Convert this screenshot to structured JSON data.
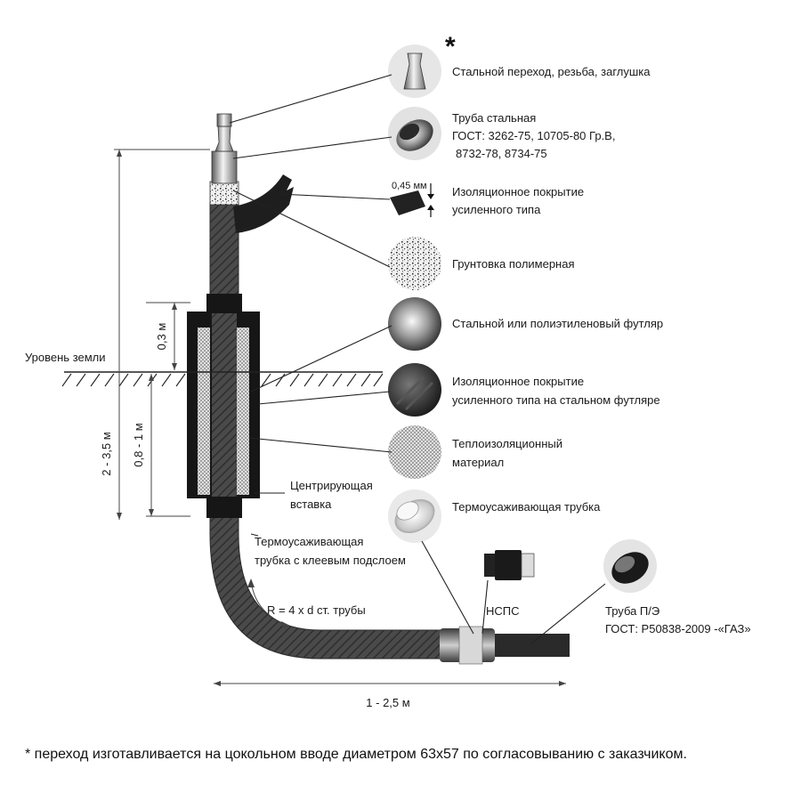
{
  "asterisk": "*",
  "legend": {
    "item1": "Стальной переход, резьба, заглушка",
    "item2": [
      "Труба стальная",
      "ГОСТ: 3262-75, 10705-80 Гр.В,",
      "8732-78, 8734-75"
    ],
    "item3": [
      "Изоляционное покрытие",
      "усиленного типа"
    ],
    "item3_thickness": "0,45 мм",
    "item4": "Грунтовка полимерная",
    "item5": "Стальной или полиэтиленовый футляр",
    "item6": [
      "Изоляционное покрытие",
      "усиленного типа на стальном футляре"
    ],
    "item7": [
      "Теплоизоляционный",
      "материал"
    ],
    "item8": "Термоусаживающая трубка"
  },
  "labels": {
    "ground_level": "Уровень земли",
    "centering_insert": [
      "Центрирующая",
      "вставка"
    ],
    "heat_shrink_glue": [
      "Термоусаживающая",
      "трубка с клеевым подслоем"
    ],
    "radius": "R = 4 x d ст. трубы",
    "nsps": "НСПС",
    "pe_pipe": [
      "Труба П/Э",
      "ГОСТ: Р50838-2009 -«ГАЗ»"
    ]
  },
  "dimensions": {
    "above_ground": "0,3 м",
    "below_ground": "0,8 - 1 м",
    "total_depth": "2 - 3,5 м",
    "horizontal": "1 - 2,5 м"
  },
  "footnote": "* переход изготавливается на цокольном вводе диаметром 63x57 по согласовыванию с заказчиком."
}
